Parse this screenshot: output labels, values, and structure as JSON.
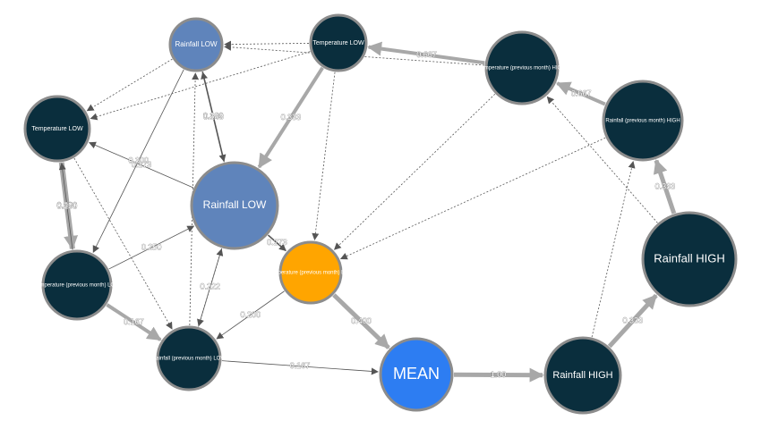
{
  "colors": {
    "dark": "#0a2e3d",
    "steel": "#5f84bb",
    "orange": "#ffa500",
    "mean": "#2d7df2",
    "stroke": "#8c8c8c",
    "edge": "#555555",
    "edge_thick": "#a8a8a8"
  },
  "nodes": [
    {
      "id": "rl_small",
      "label": "Rainfall LOW",
      "color": "steel"
    },
    {
      "id": "t_low_top",
      "label": "Temperature LOW",
      "color": "dark"
    },
    {
      "id": "tpm_high",
      "label": "Temperature (previous month) HIGH",
      "color": "dark"
    },
    {
      "id": "rpm_high",
      "label": "Rainfall (previous month) HIGH",
      "color": "dark"
    },
    {
      "id": "t_low_left",
      "label": "Temperature LOW",
      "color": "dark"
    },
    {
      "id": "rl_big",
      "label": "Rainfall LOW",
      "color": "steel"
    },
    {
      "id": "tpm_low_orange",
      "label": "Temperature (previous month) LOW",
      "color": "orange"
    },
    {
      "id": "tpm_low_dark",
      "label": "Temperature (previous month) LOW",
      "color": "dark"
    },
    {
      "id": "rpm_low",
      "label": "Rainfall (previous month) LOW",
      "color": "dark"
    },
    {
      "id": "mean",
      "label": "MEAN",
      "color": "mean"
    },
    {
      "id": "rh_bottom",
      "label": "Rainfall HIGH",
      "color": "dark"
    },
    {
      "id": "rh_right",
      "label": "Rainfall HIGH",
      "color": "dark"
    }
  ],
  "edges": [
    {
      "from": "t_low_top",
      "to": "rl_small",
      "label": "",
      "weight": 1
    },
    {
      "from": "tpm_high",
      "to": "t_low_top",
      "label": "0.667",
      "weight": 3
    },
    {
      "from": "tpm_high",
      "to": "rl_small",
      "label": "",
      "weight": 1
    },
    {
      "from": "rpm_high",
      "to": "tpm_high",
      "label": "0.667",
      "weight": 3
    },
    {
      "from": "rh_right",
      "to": "rpm_high",
      "label": "0.333",
      "weight": 4
    },
    {
      "from": "rh_bottom",
      "to": "rh_right",
      "label": "0.333",
      "weight": 4
    },
    {
      "from": "mean",
      "to": "rh_bottom",
      "label": "1.00",
      "weight": 4
    },
    {
      "from": "tpm_low_orange",
      "to": "mean",
      "label": "0.400",
      "weight": 4
    },
    {
      "from": "rpm_low",
      "to": "mean",
      "label": "0.167",
      "weight": 1
    },
    {
      "from": "rl_small",
      "to": "rl_big",
      "label": "0.300",
      "weight": 2
    },
    {
      "from": "rl_big",
      "to": "rl_small",
      "label": "0.143",
      "weight": 1
    },
    {
      "from": "t_low_top",
      "to": "rl_big",
      "label": "0.333",
      "weight": 3
    },
    {
      "from": "rl_big",
      "to": "tpm_low_orange",
      "label": "0.273",
      "weight": 2
    },
    {
      "from": "t_low_left",
      "to": "tpm_low_dark",
      "label": "0.600",
      "weight": 5
    },
    {
      "from": "tpm_low_dark",
      "to": "t_low_left",
      "label": "0.250",
      "weight": 1
    },
    {
      "from": "rl_big",
      "to": "t_low_left",
      "label": "0.273",
      "weight": 1
    },
    {
      "from": "rl_small",
      "to": "tpm_low_dark",
      "label": "0.300",
      "weight": 1
    },
    {
      "from": "tpm_low_dark",
      "to": "rl_big",
      "label": "0.250",
      "weight": 1
    },
    {
      "from": "tpm_low_dark",
      "to": "rpm_low",
      "label": "0.167",
      "weight": 3
    },
    {
      "from": "tpm_low_orange",
      "to": "rpm_low",
      "label": "0.200",
      "weight": 1
    },
    {
      "from": "rl_big",
      "to": "rpm_low",
      "label": "0.222",
      "weight": 1
    },
    {
      "from": "t_low_left",
      "to": "rpm_low",
      "label": "",
      "weight": 1
    },
    {
      "from": "rl_small",
      "to": "t_low_left",
      "label": "",
      "weight": 1
    },
    {
      "from": "t_low_top",
      "to": "t_low_left",
      "label": "",
      "weight": 1
    },
    {
      "from": "tpm_high",
      "to": "tpm_low_orange",
      "label": "",
      "weight": 1
    },
    {
      "from": "rpm_high",
      "to": "tpm_low_orange",
      "label": "",
      "weight": 1
    },
    {
      "from": "rh_bottom",
      "to": "rpm_high",
      "label": "",
      "weight": 1
    },
    {
      "from": "rh_right",
      "to": "tpm_high",
      "label": "",
      "weight": 1
    },
    {
      "from": "t_low_top",
      "to": "tpm_low_orange",
      "label": "",
      "weight": 1
    },
    {
      "from": "rpm_low",
      "to": "rl_small",
      "label": "",
      "weight": 1
    },
    {
      "from": "rpm_low",
      "to": "rl_big",
      "label": "",
      "weight": 1
    }
  ]
}
